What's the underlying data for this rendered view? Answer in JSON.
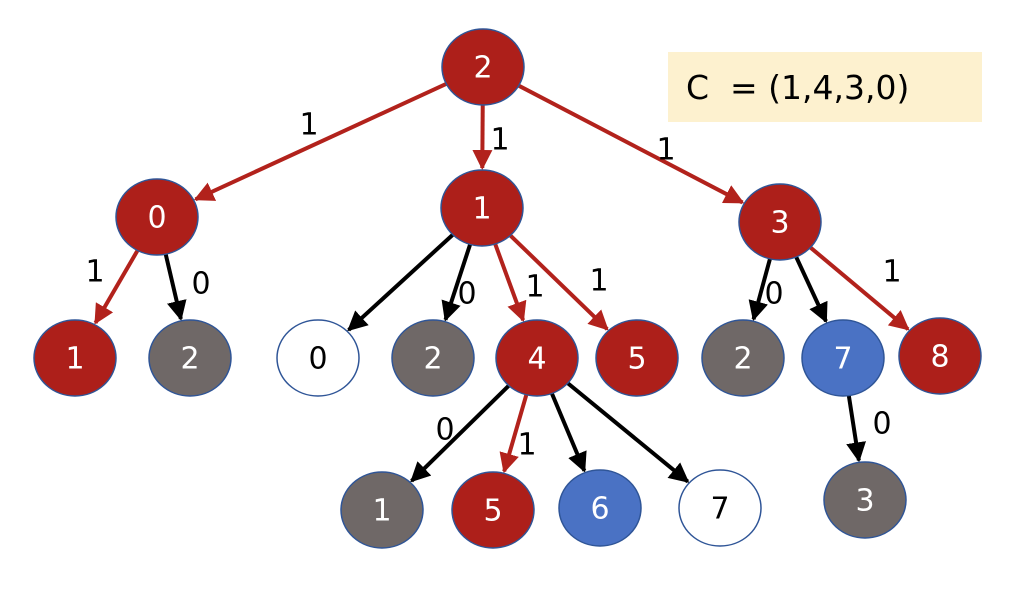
{
  "colors": {
    "red": "#ad1f1a",
    "gray": "#6f6867",
    "blue": "#4a72c4",
    "white": "#ffffff",
    "red_edge": "#b2221c",
    "black_edge": "#000000",
    "outline": "#2f5597",
    "box": "#fdf1cf"
  },
  "formula": "C  = (1,4,3,0)",
  "nodes": [
    {
      "id": "root",
      "label": "2",
      "fill": "red"
    },
    {
      "id": "a0",
      "label": "0",
      "fill": "red"
    },
    {
      "id": "a1",
      "label": "1",
      "fill": "red"
    },
    {
      "id": "a3",
      "label": "3",
      "fill": "red"
    },
    {
      "id": "b01",
      "label": "1",
      "fill": "red"
    },
    {
      "id": "b02",
      "label": "2",
      "fill": "gray"
    },
    {
      "id": "b10",
      "label": "0",
      "fill": "white"
    },
    {
      "id": "b12",
      "label": "2",
      "fill": "gray"
    },
    {
      "id": "b14",
      "label": "4",
      "fill": "red"
    },
    {
      "id": "b15",
      "label": "5",
      "fill": "red"
    },
    {
      "id": "b32",
      "label": "2",
      "fill": "gray"
    },
    {
      "id": "b37",
      "label": "7",
      "fill": "blue"
    },
    {
      "id": "b38",
      "label": "8",
      "fill": "red"
    },
    {
      "id": "c41",
      "label": "1",
      "fill": "gray"
    },
    {
      "id": "c45",
      "label": "5",
      "fill": "red"
    },
    {
      "id": "c46",
      "label": "6",
      "fill": "blue"
    },
    {
      "id": "c47",
      "label": "7",
      "fill": "white"
    },
    {
      "id": "c73",
      "label": "3",
      "fill": "gray"
    }
  ],
  "edges": [
    {
      "from": "root",
      "to": "a0",
      "color": "red",
      "label": "1"
    },
    {
      "from": "root",
      "to": "a1",
      "color": "red",
      "label": "1"
    },
    {
      "from": "root",
      "to": "a3",
      "color": "red",
      "label": "1"
    },
    {
      "from": "a0",
      "to": "b01",
      "color": "red",
      "label": "1"
    },
    {
      "from": "a0",
      "to": "b02",
      "color": "black",
      "label": "0"
    },
    {
      "from": "a1",
      "to": "b10",
      "color": "black",
      "label": ""
    },
    {
      "from": "a1",
      "to": "b12",
      "color": "black",
      "label": "0"
    },
    {
      "from": "a1",
      "to": "b14",
      "color": "red",
      "label": "1"
    },
    {
      "from": "a1",
      "to": "b15",
      "color": "red",
      "label": "1"
    },
    {
      "from": "a3",
      "to": "b32",
      "color": "black",
      "label": "0"
    },
    {
      "from": "a3",
      "to": "b37",
      "color": "black",
      "label": ""
    },
    {
      "from": "a3",
      "to": "b38",
      "color": "red",
      "label": "1"
    },
    {
      "from": "b14",
      "to": "c41",
      "color": "black",
      "label": "0"
    },
    {
      "from": "b14",
      "to": "c45",
      "color": "red",
      "label": "1"
    },
    {
      "from": "b14",
      "to": "c46",
      "color": "black",
      "label": ""
    },
    {
      "from": "b14",
      "to": "c47",
      "color": "black",
      "label": ""
    },
    {
      "from": "b37",
      "to": "c73",
      "color": "black",
      "label": "0"
    }
  ]
}
